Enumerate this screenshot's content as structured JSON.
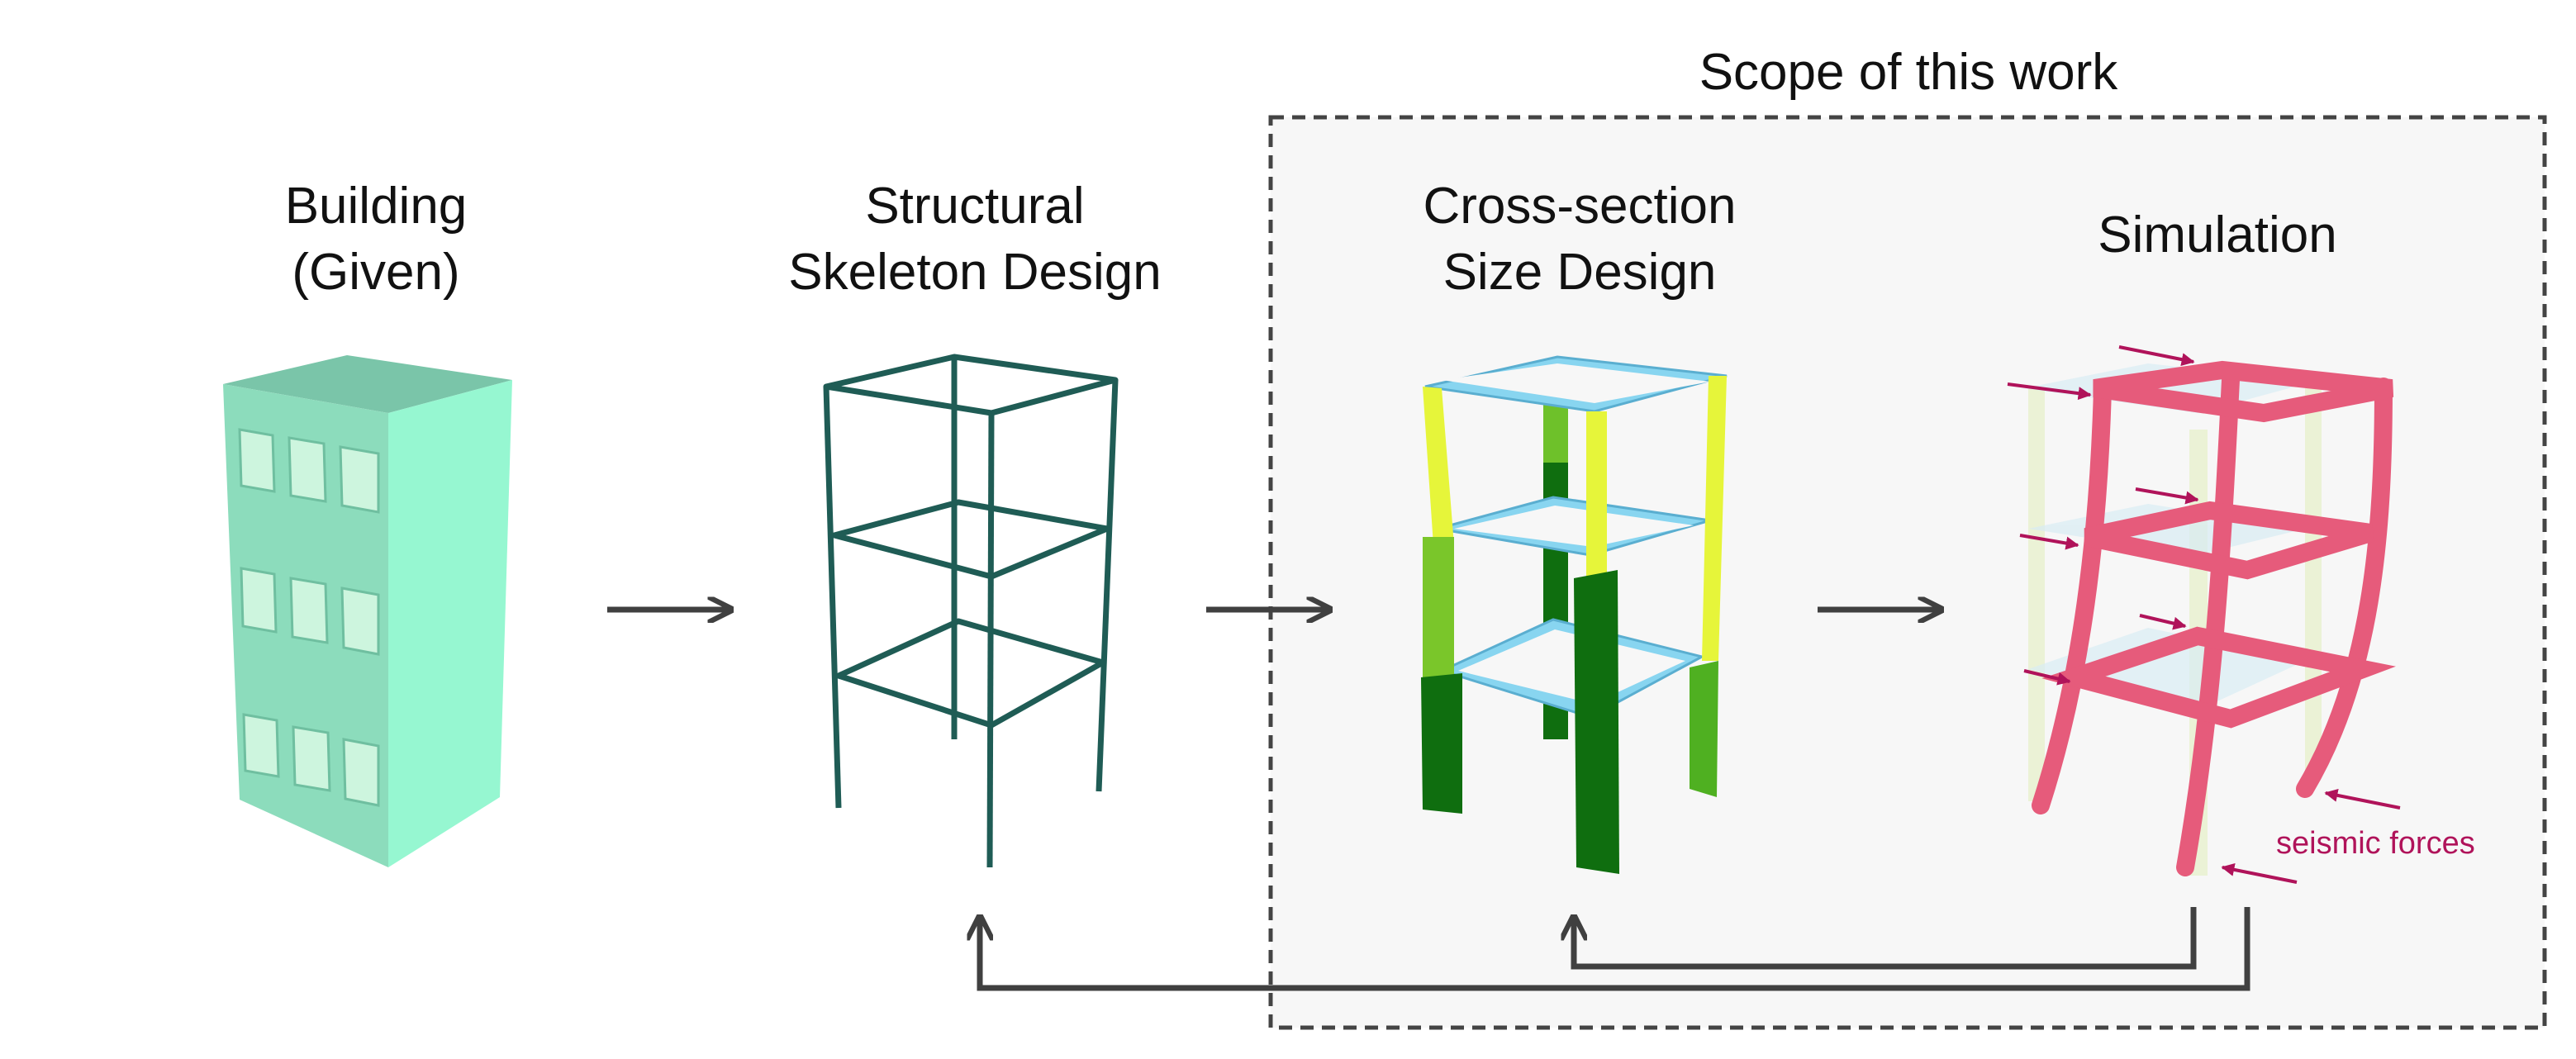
{
  "scope_label": "Scope of this work",
  "stages": [
    {
      "id": "building",
      "lines": [
        "Building",
        "(Given)"
      ]
    },
    {
      "id": "skeleton",
      "lines": [
        "Structural",
        "Skeleton Design"
      ]
    },
    {
      "id": "cross_section",
      "lines": [
        "Cross-section",
        "Size Design"
      ]
    },
    {
      "id": "simulation",
      "lines": [
        "Simulation"
      ]
    }
  ],
  "annotation": "seismic forces",
  "colors": {
    "building_front": "#8cdcbc",
    "building_side": "#96f7d1",
    "building_top": "#7ac5a9",
    "skeleton": "#1f5c55",
    "beam": "#88d5f0",
    "column_yellow": "#e6f53a",
    "column_light_green": "#7ac62a",
    "column_dark_green": "#0f6e0f",
    "deformed_frame": "#e65b7b",
    "force_arrow": "#b0135a",
    "scope_fill": "#f7f7f7",
    "scope_border": "#444444",
    "arrow": "#404040"
  },
  "icons": [
    "building-icon",
    "skeleton-frame-icon",
    "cross-section-frame-icon",
    "simulation-frame-icon"
  ]
}
